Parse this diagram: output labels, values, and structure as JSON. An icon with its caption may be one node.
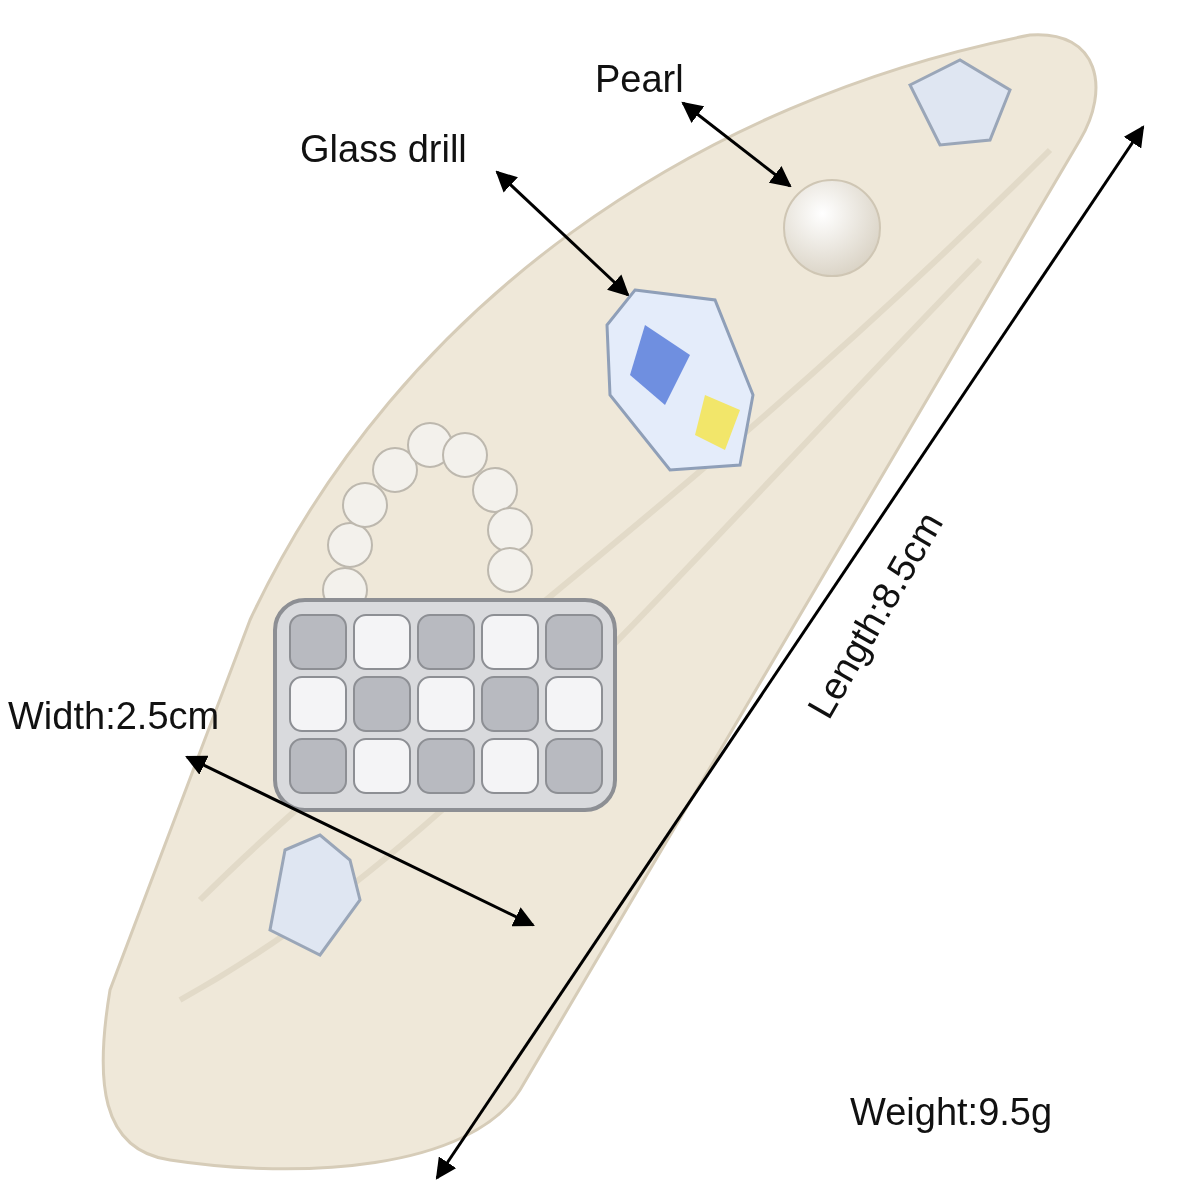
{
  "diagram": {
    "nodes": [
      {
        "text": [
          "Pearl"
        ]
      },
      {
        "text": [
          "Glass drill"
        ]
      },
      {
        "text": [],
        "shape": "circle"
      },
      {
        "text": [],
        "shape": "diamond"
      }
    ],
    "edges": [
      {
        "from": 0,
        "to": 2,
        "arrow": "both"
      },
      {
        "from": 1,
        "to": 3,
        "arrow": "both"
      }
    ],
    "labels": [
      "Width:2.5cm",
      "Length:8.5cm",
      "Weight:9.5g"
    ]
  }
}
